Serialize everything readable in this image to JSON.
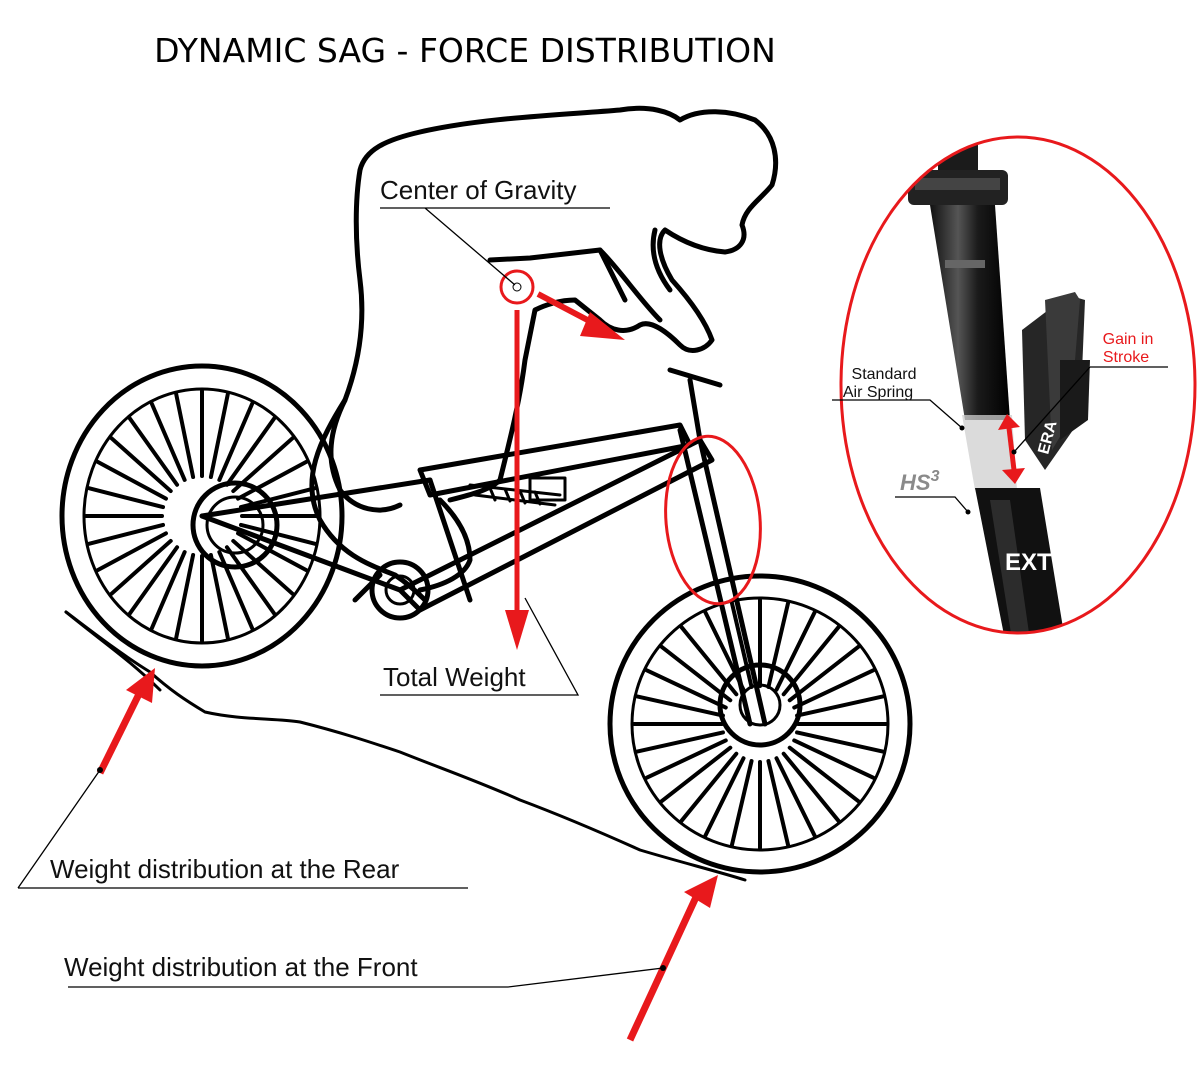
{
  "title": "DYNAMIC SAG - FORCE DISTRIBUTION",
  "labels": {
    "center_of_gravity": "Center of Gravity",
    "total_weight": "Total Weight",
    "rear": "Weight distribution at the Rear",
    "front": "Weight distribution at the Front"
  },
  "inset": {
    "standard_line1": "Standard",
    "standard_line2": "Air Spring",
    "gain_line1": "Gain in",
    "gain_line2": "Stroke",
    "hs_logo": "HS",
    "hs_sup": "3",
    "ext_logo": "EXT",
    "era_logo": "ERA"
  },
  "colors": {
    "accent_red": "#e8191c",
    "ink": "#000000",
    "background": "#ffffff"
  }
}
